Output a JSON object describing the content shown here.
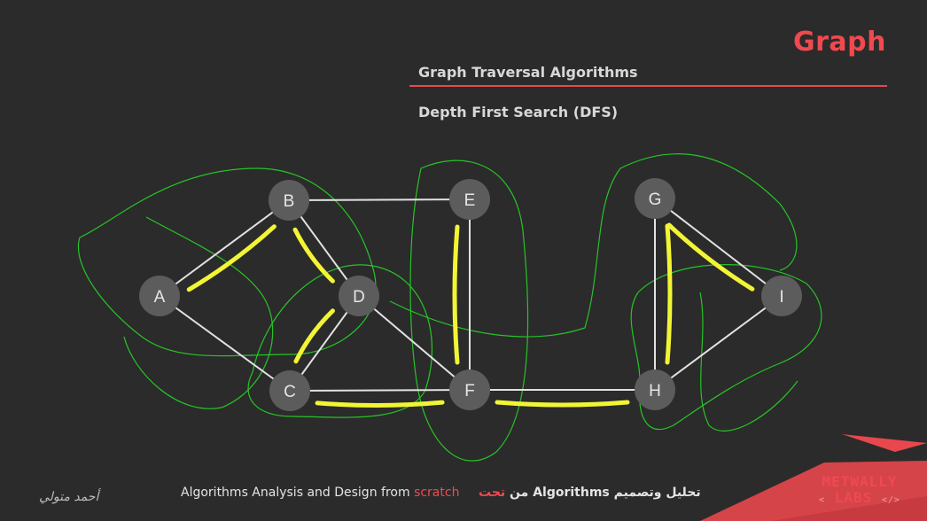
{
  "slide": {
    "topic": "Graph",
    "subtitle": "Graph Traversal Algorithms",
    "section": "Depth First Search (DFS)"
  },
  "graph": {
    "nodes": [
      {
        "id": "A",
        "label": "A"
      },
      {
        "id": "B",
        "label": "B"
      },
      {
        "id": "C",
        "label": "C"
      },
      {
        "id": "D",
        "label": "D"
      },
      {
        "id": "E",
        "label": "E"
      },
      {
        "id": "F",
        "label": "F"
      },
      {
        "id": "G",
        "label": "G"
      },
      {
        "id": "H",
        "label": "H"
      },
      {
        "id": "I",
        "label": "I"
      }
    ],
    "edges": [
      [
        "A",
        "B"
      ],
      [
        "A",
        "C"
      ],
      [
        "B",
        "D"
      ],
      [
        "B",
        "E"
      ],
      [
        "C",
        "D"
      ],
      [
        "C",
        "F"
      ],
      [
        "D",
        "F"
      ],
      [
        "E",
        "F"
      ],
      [
        "F",
        "H"
      ],
      [
        "G",
        "H"
      ],
      [
        "G",
        "I"
      ],
      [
        "H",
        "I"
      ]
    ],
    "highlighted_edges": [
      [
        "A",
        "B"
      ],
      [
        "B",
        "D"
      ],
      [
        "D",
        "C"
      ],
      [
        "C",
        "F"
      ],
      [
        "E",
        "F"
      ],
      [
        "F",
        "H"
      ],
      [
        "H",
        "G"
      ],
      [
        "G",
        "I"
      ]
    ],
    "colors": {
      "node": "#5c5c5c",
      "edge": "#e2e2e2",
      "highlight": "#f2f534",
      "annotation": "#27c427",
      "accent": "#f0494f",
      "background": "#2b2b2b"
    }
  },
  "footer": {
    "course": "Algorithms Analysis and Design from",
    "course_accent": "scratch",
    "arabic_title": "تحليل وتصميم",
    "arabic_keyword": "Algorithms",
    "arabic_from": "من",
    "arabic_accent": "تحت",
    "signature": "أحمد متولي"
  },
  "logo": {
    "line1": "METWALLY",
    "line2": "LABS",
    "tag": "</>"
  }
}
